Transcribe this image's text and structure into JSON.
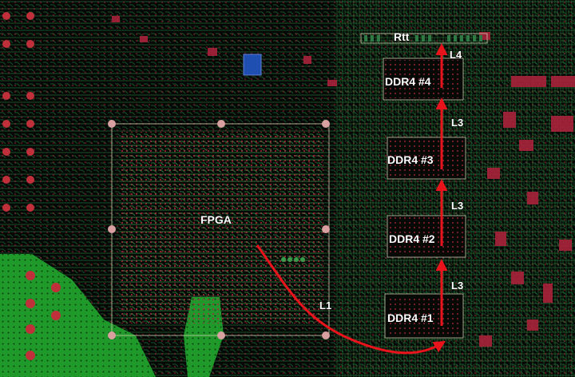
{
  "labels": {
    "fpga": "FPGA",
    "rtt": "Rtt",
    "ddr1": "DDR4 #1",
    "ddr2": "DDR4 #2",
    "ddr3": "DDR4 #3",
    "ddr4": "DDR4 #4",
    "l1": "L1",
    "l3a": "L3",
    "l3b": "L3",
    "l3c": "L3",
    "l4": "L4"
  },
  "colors": {
    "background": "#050807",
    "trace_green": "#2f8a3e",
    "trace_red": "#b0283a",
    "copper_pour": "#1f9a2a",
    "outline": "#c8c8a8",
    "arrow": "#e8131b",
    "via": "#d8a0a0",
    "text": "#ffffff"
  },
  "icons": {
    "arrow": "red-route-arrow",
    "ic": "small-blue-ic-icon"
  }
}
